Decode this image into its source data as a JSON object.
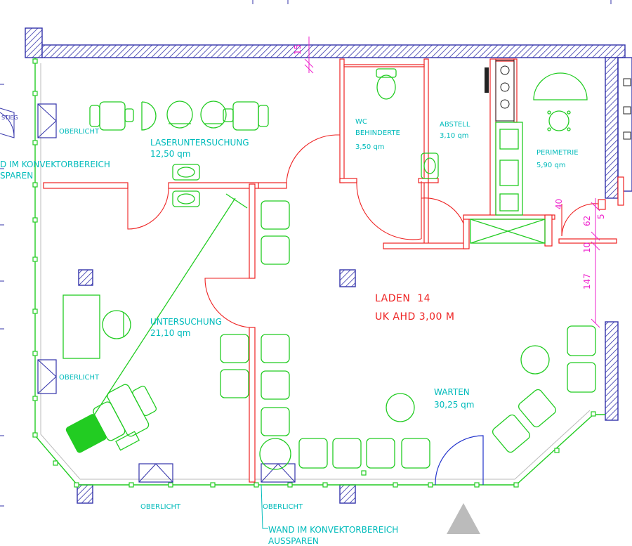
{
  "rooms": {
    "laser": {
      "name": "LASERUNTERSUCHUNG",
      "area": "12,50 qm"
    },
    "wc": {
      "name_line1": "WC",
      "name_line2": "BEHINDERTE",
      "area": "3,50 qm"
    },
    "abstell": {
      "name": "ABSTELL",
      "area": "3,10 qm"
    },
    "perimetrie": {
      "name": "PERIMETRIE",
      "area": "5,90 qm"
    },
    "untersuchung": {
      "name": "UNTERSUCHUNG",
      "area": "21,10 qm"
    },
    "warten": {
      "name": "WARTEN",
      "area": "30,25 qm"
    }
  },
  "shop": {
    "name": "LADEN  14",
    "height": "UK AHD 3,00 M"
  },
  "labels": {
    "oberlicht_left_top": "OBERLICHT",
    "oberlicht_left_mid": "OBERLICHT",
    "oberlicht_bottom_left": "OBERLICHT",
    "oberlicht_bottom_mid": "OBERLICHT",
    "convector_note_left_line1": "D IM KONVEKTORBEREICH",
    "convector_note_left_line2": "SPAREN",
    "convector_note_bottom_line1": "WAND IM KONVEKTORBEREICH",
    "convector_note_bottom_line2": "AUSSPAREN",
    "stieg": "STIEG"
  },
  "dimensions": {
    "top": "15",
    "d40": "40",
    "d62": "62",
    "d5": "5",
    "d10": "10",
    "d147": "147"
  },
  "colors": {
    "wall": "#ee2222",
    "furniture": "#22cc22",
    "outer_wall": "#3333aa",
    "text": "#00bbbb",
    "shop_text": "#ee2222",
    "dimension": "#ee22cc"
  }
}
